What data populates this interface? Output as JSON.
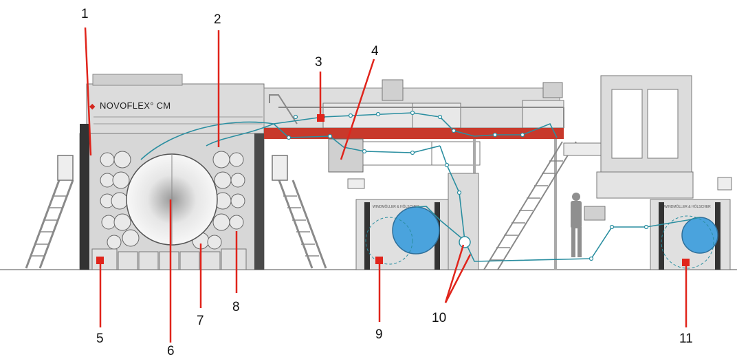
{
  "diagram": {
    "brand_label": "NOVOFLEX° CM",
    "unwinder_badge": "WINDMÖLLER & HÖLSCHER",
    "rewinder_badge": "WINDMÖLLER & HÖLSCHER",
    "callouts": [
      "1",
      "2",
      "3",
      "4",
      "5",
      "6",
      "7",
      "8",
      "9",
      "10",
      "11"
    ]
  },
  "colors": {
    "callout_red": "#e0241b",
    "web_path": "#2a8ea0",
    "roll_blue": "#4aa3dd",
    "machine_gray": "#d9d9d9",
    "dark_frame": "#3a3a3a",
    "conveyor_red": "#c8392b"
  }
}
